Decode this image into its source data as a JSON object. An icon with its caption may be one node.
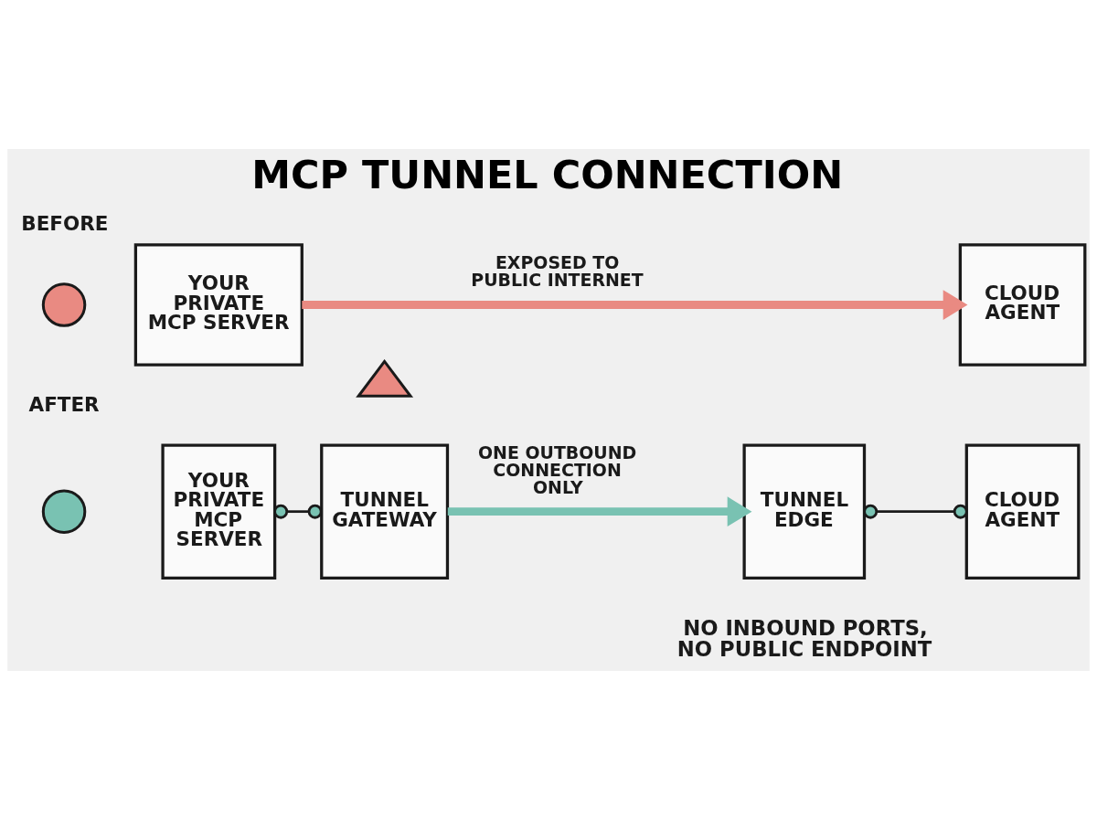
{
  "diagram": {
    "title": "MCP TUNNEL CONNECTION",
    "nodes": [
      {
        "text": [],
        "shape": "circle"
      },
      {
        "text": [
          "YOUR PRIVATE MCP SERVER"
        ]
      },
      {
        "text": [
          "CLOUD AGENT"
        ]
      },
      {
        "text": [],
        "shape": "triangle"
      },
      {
        "text": [],
        "shape": "circle"
      },
      {
        "text": [
          "YOUR PRIVATE MCP SERVER"
        ]
      },
      {
        "text": [
          "TUNNEL GATEWAY"
        ]
      },
      {
        "text": [
          "TUNNEL EDGE"
        ]
      },
      {
        "text": [
          "CLOUD AGENT"
        ]
      }
    ],
    "edges": [
      {
        "from": 1,
        "to": 2,
        "arrow": "to",
        "label": "EXPOSED TO PUBLIC INTERNET",
        "style": "thick",
        "color": "#e98a82"
      },
      {
        "from": 5,
        "to": 6,
        "arrow": "other"
      },
      {
        "from": 6,
        "to": 7,
        "arrow": "to",
        "label": "ONE OUTBOUND CONNECTION ONLY",
        "style": "thick",
        "color": "#79c2b2"
      },
      {
        "from": 7,
        "to": 8,
        "arrow": "other"
      }
    ],
    "labels": [
      "BEFORE",
      "AFTER",
      "NO INBOUND PORTS, NO PUBLIC ENDPOINT"
    ]
  }
}
